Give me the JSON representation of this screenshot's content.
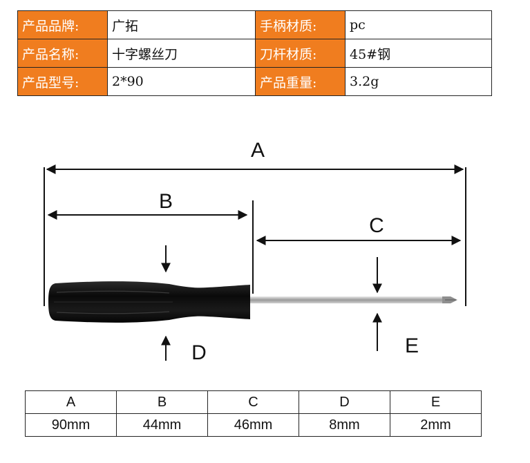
{
  "spec": {
    "rows": [
      [
        "产品品牌:",
        "广拓",
        "手柄材质:",
        "pc"
      ],
      [
        "产品名称:",
        "十字螺丝刀",
        "刀杆材质:",
        "45#钢"
      ],
      [
        "产品型号:",
        "2*90",
        "产品重量:",
        "3.2g"
      ]
    ]
  },
  "diagram": {
    "labels": {
      "a": "A",
      "b": "B",
      "c": "C",
      "d": "D",
      "e": "E"
    }
  },
  "dimensions": {
    "headers": [
      "A",
      "B",
      "C",
      "D",
      "E"
    ],
    "values": [
      "90mm",
      "44mm",
      "46mm",
      "8mm",
      "2mm"
    ]
  },
  "colors": {
    "label_bg": "#f07d1f",
    "handle": "#111111",
    "shaft": "#b5b5b5"
  }
}
